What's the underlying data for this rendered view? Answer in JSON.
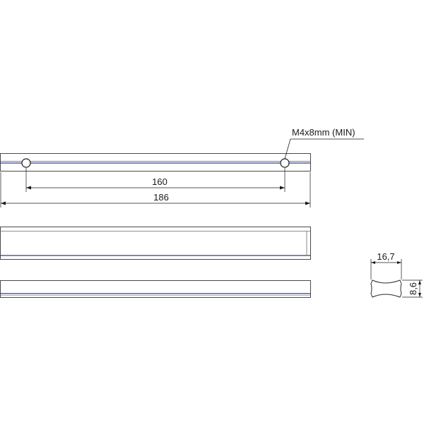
{
  "drawing": {
    "colors": {
      "outline": "#3a3a3a",
      "accent_line": "#2b3f8f",
      "background": "#ffffff"
    },
    "top_view": {
      "hole_spec_label": "M4x8mm (MIN)",
      "hole_spacing_label": "160",
      "overall_length_label": "186"
    },
    "profile_view": {
      "width_label": "16,7",
      "height_label": "8,6"
    }
  }
}
